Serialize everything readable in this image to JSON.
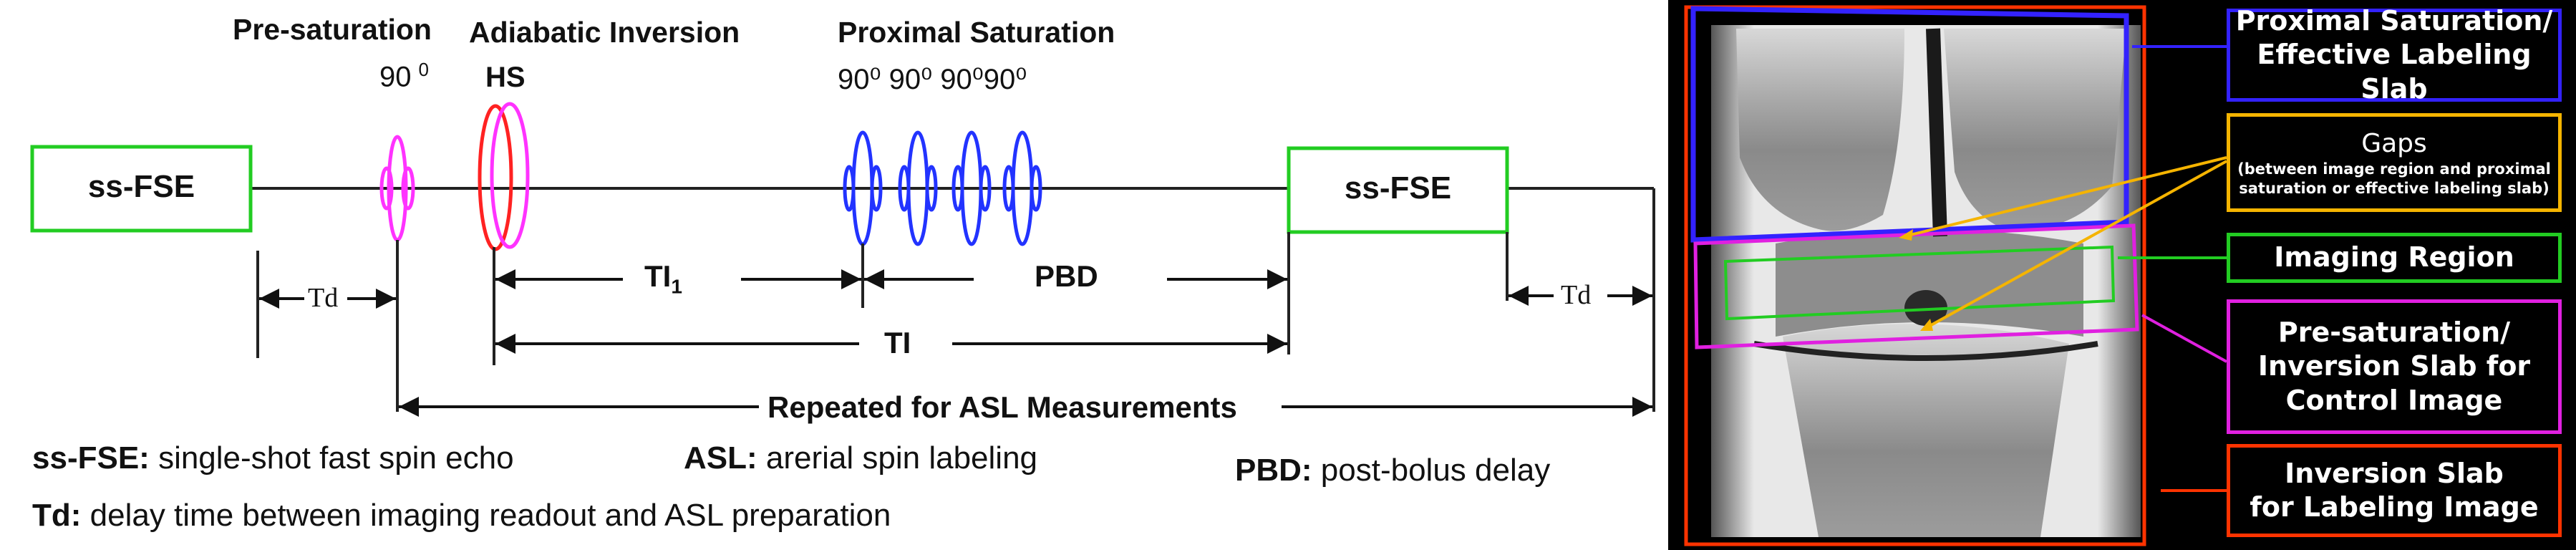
{
  "sequence": {
    "ssfse_label": "ss-FSE",
    "presat_title": "Pre-saturation",
    "presat_angle": "90",
    "presat_angle_sup": "0",
    "adiabatic_title": "Adiabatic Inversion",
    "hs_label": "HS",
    "proximal_title": "Proximal Saturation",
    "proximal_angles": "90⁰ 90⁰ 90⁰90⁰",
    "td_label": "Td",
    "ti1_label": "TI",
    "ti1_sub": "1",
    "pbd_label": "PBD",
    "ti_label": "TI",
    "repeat_label": "Repeated for ASL Measurements"
  },
  "legend": {
    "ssfse_term": "ss-FSE:",
    "ssfse_def": "single-shot fast spin echo",
    "asl_term": "ASL:",
    "asl_def": "arerial spin labeling",
    "pbd_term": "PBD:",
    "pbd_def": "post-bolus delay",
    "td_term": "Td:",
    "td_def": "delay time between imaging readout and ASL preparation"
  },
  "mri_labels": {
    "proximal_line1": "Proximal Saturation/",
    "proximal_line2": "Effective Labeling Slab",
    "gaps_title": "Gaps",
    "gaps_line1": "(between image region and proximal",
    "gaps_line2": "saturation or effective labeling slab)",
    "imaging_region": "Imaging Region",
    "presat_line1": "Pre-saturation/",
    "presat_line2": "Inversion Slab for",
    "presat_line3": "Control Image",
    "inversion_line1": "Inversion Slab",
    "inversion_line2": "for Labeling Image"
  },
  "colors": {
    "ssfse_box": "#22cc22",
    "presat_pulse": "#ff33ff",
    "hs_red": "#ff2222",
    "proximal_pulse": "#2233ff",
    "proximal_slab": "#3322ff",
    "gaps": "#f5b400",
    "imaging_region": "#22cc22",
    "presat_slab": "#e020e0",
    "inversion_slab": "#ff3300"
  }
}
